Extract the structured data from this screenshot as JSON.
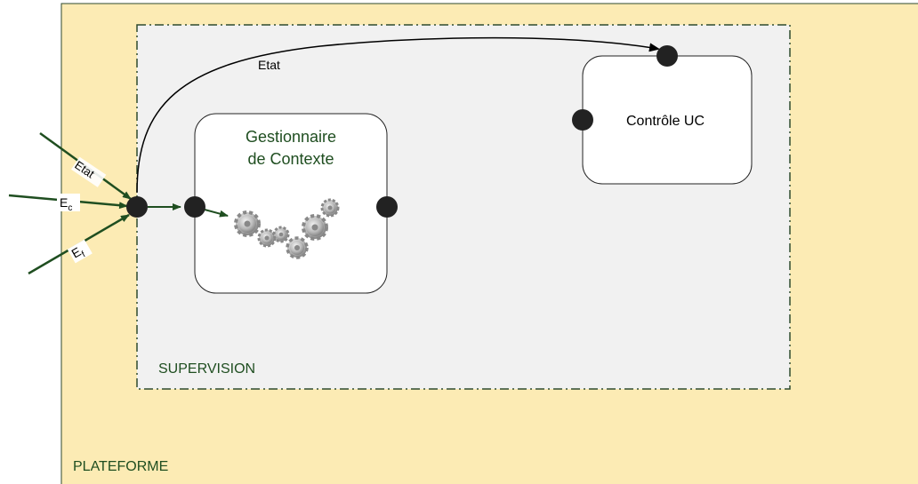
{
  "plateforme": {
    "label": "PLATEFORME",
    "fill": "#FCEBB4",
    "stroke": "#2E4A2E"
  },
  "supervision": {
    "label": "SUPERVISION",
    "fill": "#F1F1F1",
    "stroke": "#2E4A2E"
  },
  "gestionnaire": {
    "line1": "Gestionnaire",
    "line2": "de Contexte",
    "text_color": "#1F4E20",
    "icon": "gears-icon"
  },
  "controle": {
    "label": "Contrôle UC"
  },
  "edges": {
    "etat_top": "Etat",
    "etat_in": "Etat",
    "ec_main": "E",
    "ec_sub": "c",
    "ef_main": "E",
    "ef_sub": "f"
  },
  "colors": {
    "arrow": "#1F4E20",
    "port": "#222222",
    "curve": "#000000"
  }
}
